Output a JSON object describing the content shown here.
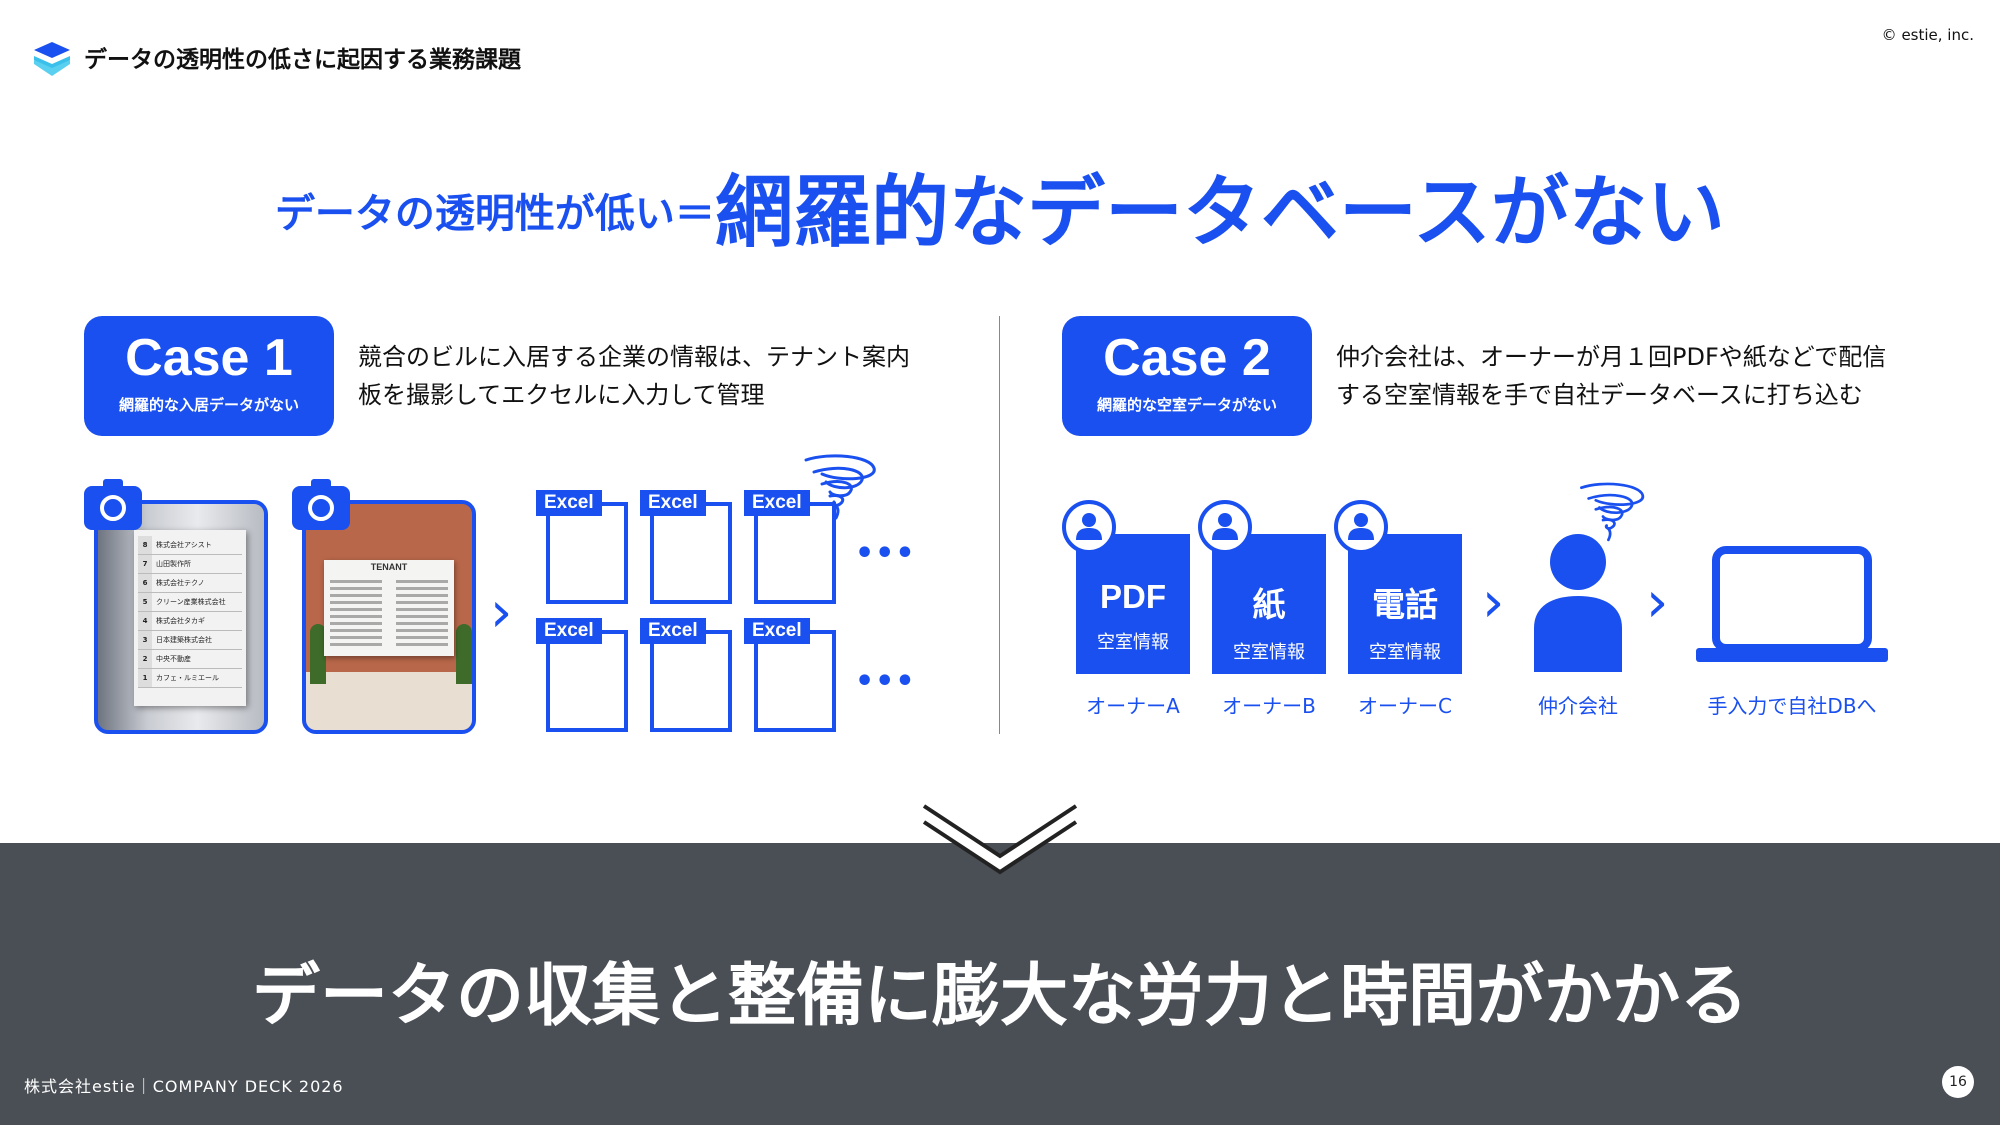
{
  "header": {
    "title": "データの透明性の低さに起因する業務課題",
    "copyright": "© estie, inc."
  },
  "headline": {
    "sub": "データの透明性が低い＝",
    "main": "網羅的なデータベースがない"
  },
  "case1": {
    "title": "Case 1",
    "subtitle": "網羅的な入居データがない",
    "desc_line1": "競合のビルに入居する企業の情報は、テナント案内",
    "desc_line2": "板を撮影してエクセルに入力して管理",
    "photo1_rows": [
      "株式会社アシスト",
      "山田製作所",
      "株式会社テクノ",
      "クリーン産業株式会社",
      "株式会社タカギ",
      "日本建築株式会社",
      "中央不動産",
      "カフェ・ルミエール"
    ],
    "photo1_floors": [
      "8",
      "7",
      "6",
      "5",
      "4",
      "3",
      "2",
      "1"
    ],
    "photo2_header": "TENANT",
    "excel_label": "Excel",
    "ellipsis": "•••"
  },
  "case2": {
    "title": "Case 2",
    "subtitle": "網羅的な空室データがない",
    "desc_line1": "仲介会社は、オーナーが月１回PDFや紙などで配信",
    "desc_line2": "する空室情報を手で自社データベースに打ち込む",
    "owners": [
      {
        "big": "PDF",
        "small": "空室情報",
        "label": "オーナーA"
      },
      {
        "big": "紙",
        "small": "空室情報",
        "label": "オーナーB"
      },
      {
        "big": "電話",
        "small": "空室情報",
        "label": "オーナーC"
      }
    ],
    "broker_label": "仲介会社",
    "laptop_label": "手入力で自社DBへ"
  },
  "conclusion": "データの収集と整備に膨大な労力と時間がかかる",
  "footer": {
    "text": "株式会社estie｜COMPANY DECK 2026",
    "page": "16"
  },
  "colors": {
    "accent": "#1a50ef",
    "band": "#4a4e55"
  }
}
